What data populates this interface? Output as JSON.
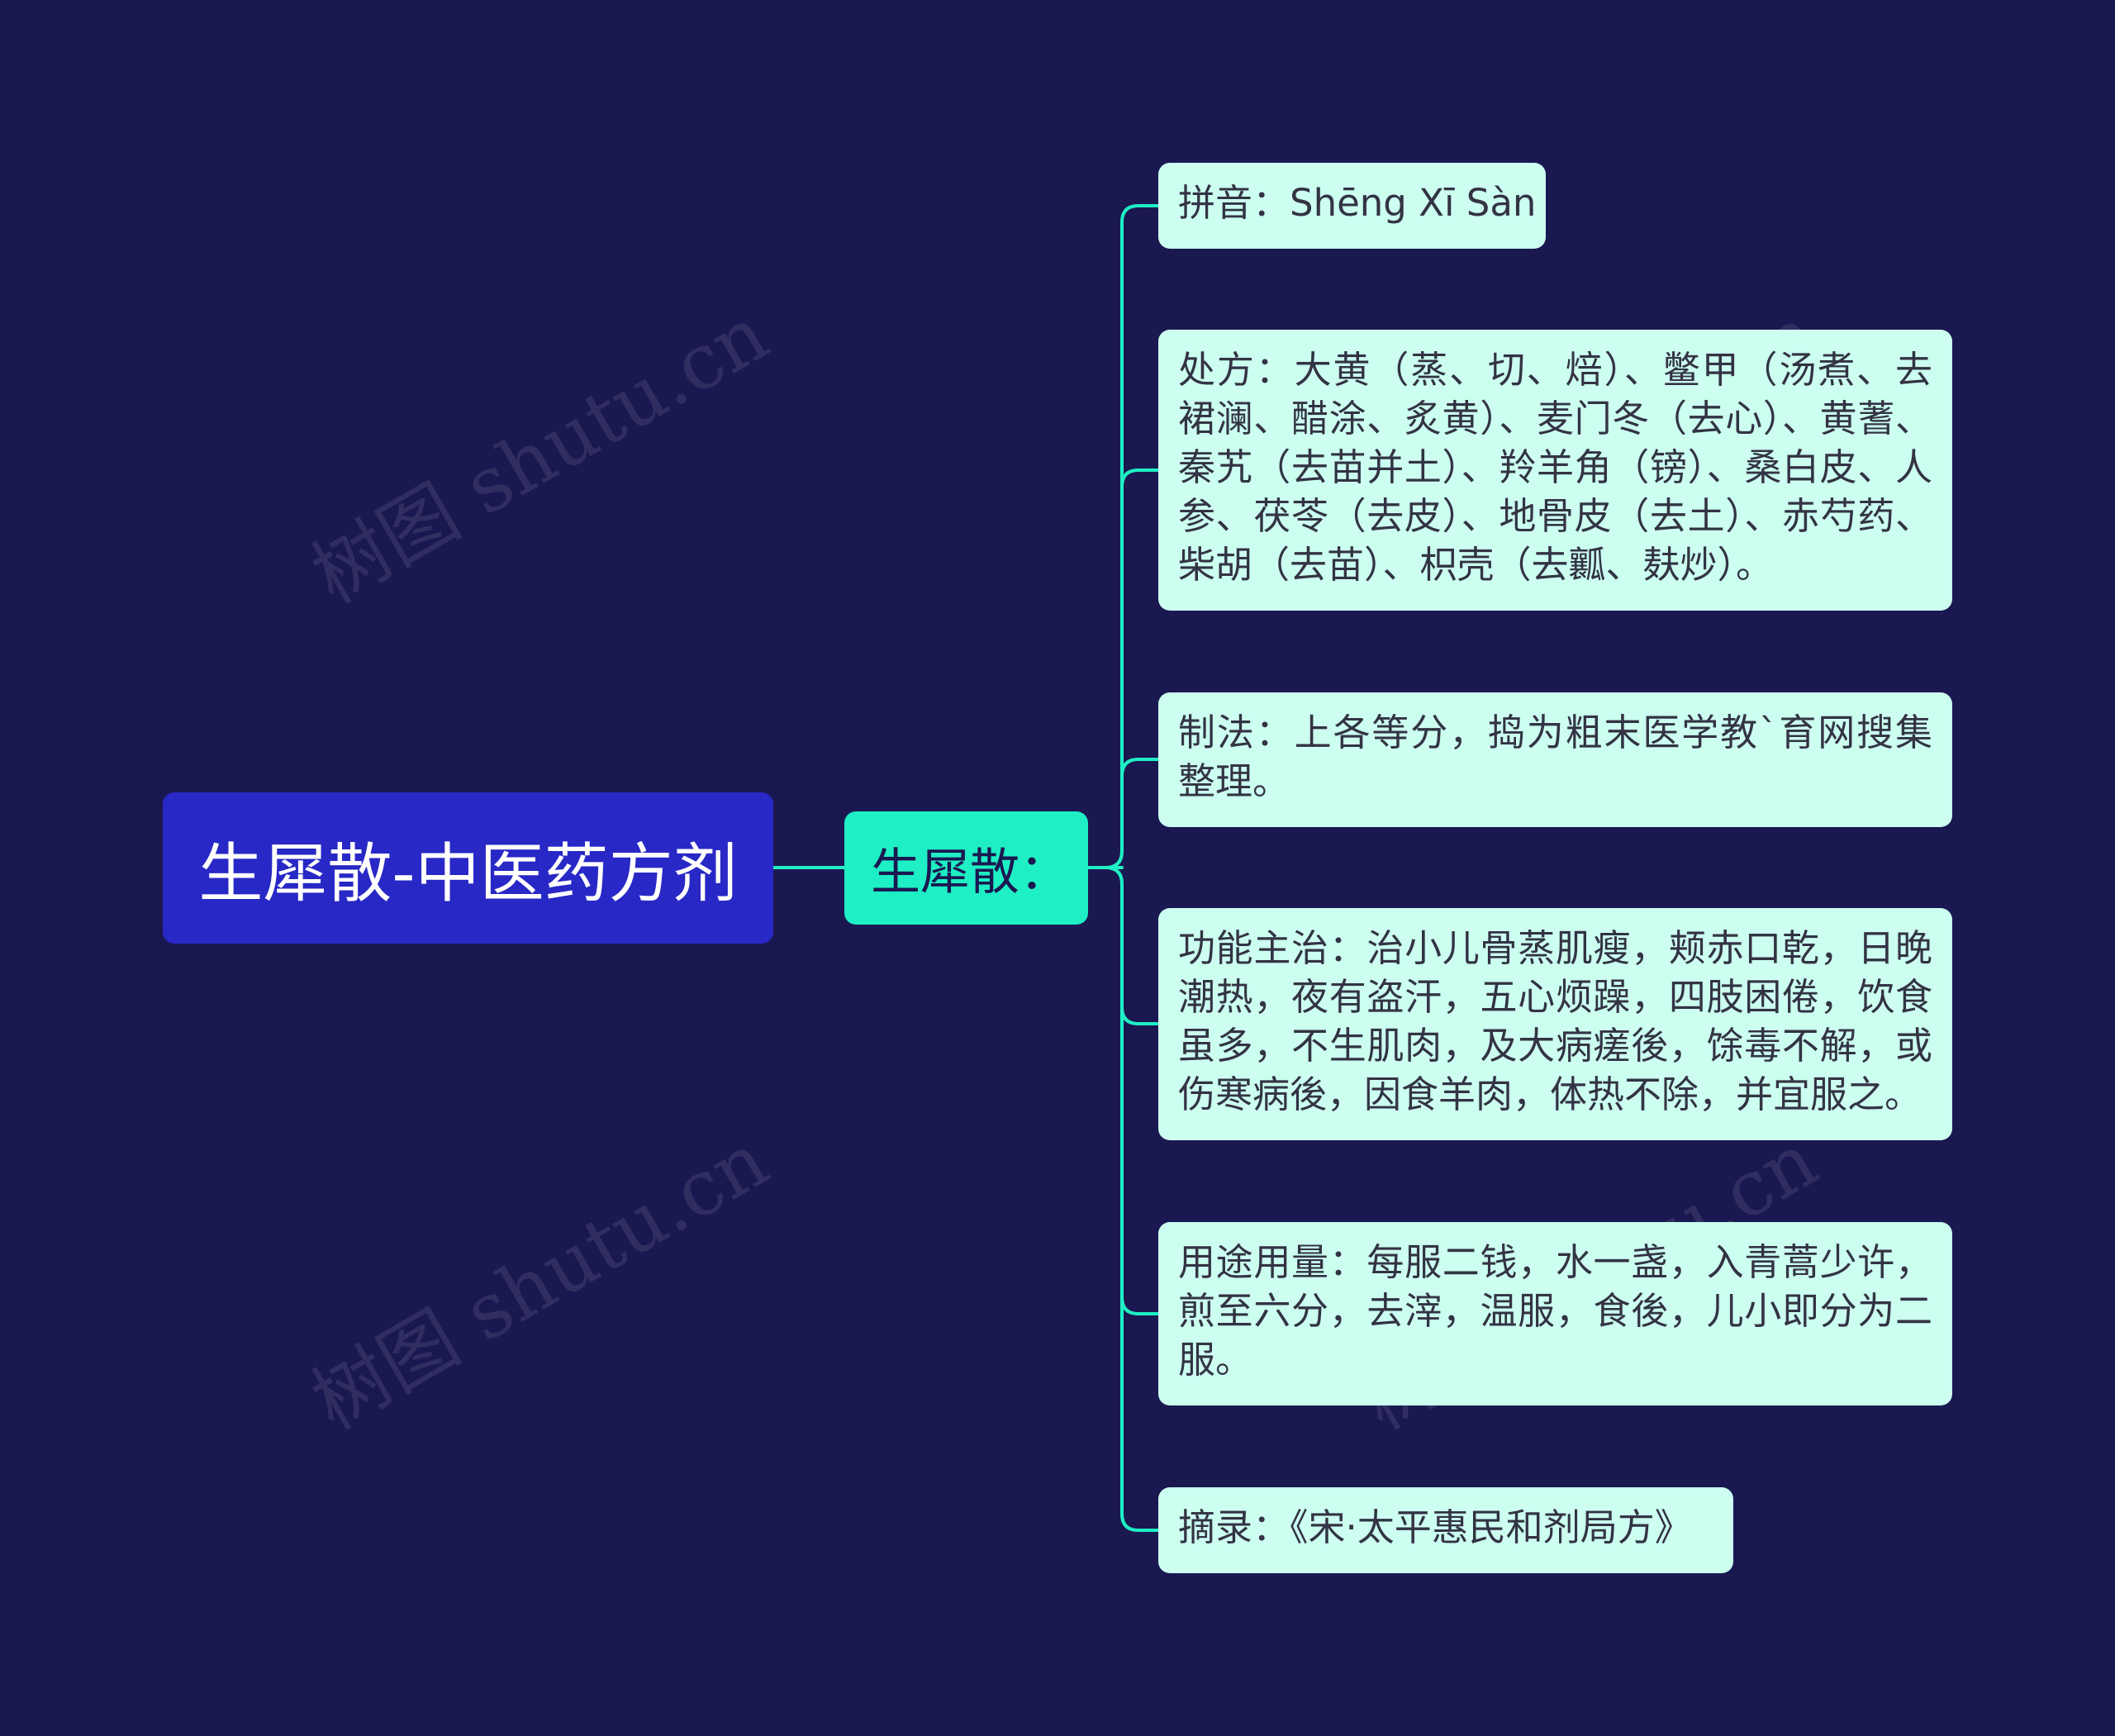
{
  "root": {
    "label": "生犀散-中医药方剂"
  },
  "branch": {
    "label": "生犀散："
  },
  "leaves": [
    {
      "label": "拼音：Shēng Xī Sàn"
    },
    {
      "label": "处方：大黄（蒸、切、焙）、鳖甲（汤煮、去裙澜、醋涂、炙黄）、麦门冬（去心）、黄蓍、秦艽（去苗并土）、羚羊角（镑）、桑白皮、人参、茯苓（去皮）、地骨皮（去土）、赤芍药、柴胡（去苗）、枳壳（去瓤、麸炒）。"
    },
    {
      "label": "制法：上各等分，捣为粗末医学教`育网搜集整理。"
    },
    {
      "label": "功能主治：治小儿骨蒸肌瘦，颊赤口乾，日晚潮热，夜有盗汗，五心烦躁，四肢困倦，饮食虽多，不生肌肉，及大病瘥後，馀毒不解，或伤寒病後，因食羊肉，体热不除，并宜服之。"
    },
    {
      "label": "用途用量：每服二钱，水一盏，入青蒿少许，煎至六分，去滓，温服，食後，儿小即分为二服。"
    },
    {
      "label": "摘录：《宋·太平惠民和剂局方》"
    }
  ],
  "watermark": {
    "text": "树图 shutu.cn"
  },
  "colors": {
    "background": "#1a1850",
    "root_fill": "#2828c6",
    "branch_fill": "#1fefc4",
    "leaf_fill": "#ccfff0",
    "connector": "#1fefc4"
  }
}
